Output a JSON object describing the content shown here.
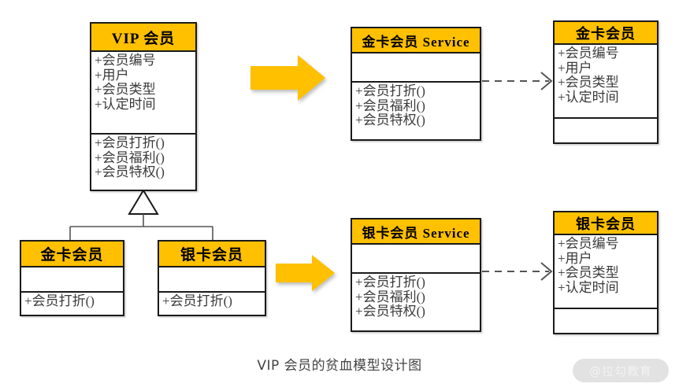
{
  "diagram": {
    "caption": "VIP 会员的贫血模型设计图",
    "watermark": "@拉勾教育",
    "colors": {
      "header_fill": "#FFC000",
      "box_border": "#1A1A1A",
      "arrow_fill": "#FFC000",
      "text": "#3A3A3A",
      "caption_text": "#434343",
      "connector": "#555555"
    },
    "classes": {
      "vip": {
        "name": "VIP 会员",
        "attributes": [
          "+会员编号",
          "+用户",
          "+会员类型",
          "+认定时间"
        ],
        "methods": [
          "+会员打折()",
          "+会员福利()",
          "+会员特权()"
        ]
      },
      "gold_sub": {
        "name": "金卡会员",
        "attributes": [],
        "methods": [
          "+会员打折()"
        ]
      },
      "silver_sub": {
        "name": "银卡会员",
        "attributes": [],
        "methods": [
          "+会员打折()"
        ]
      },
      "gold_service": {
        "name": "金卡会员 Service",
        "attributes": [],
        "methods": [
          "+会员打折()",
          "+会员福利()",
          "+会员特权()"
        ]
      },
      "silver_service": {
        "name": "银卡会员 Service",
        "attributes": [],
        "methods": [
          "+会员打折()",
          "+会员福利()",
          "+会员特权()"
        ]
      },
      "gold_entity": {
        "name": "金卡会员",
        "attributes": [
          "+会员编号",
          "+用户",
          "+会员类型",
          "+认定时间"
        ],
        "methods": []
      },
      "silver_entity": {
        "name": "银卡会员",
        "attributes": [
          "+会员编号",
          "+用户",
          "+会员类型",
          "+认定时间"
        ],
        "methods": []
      }
    },
    "relations": [
      {
        "kind": "generalization",
        "from": "金卡会员",
        "to": "VIP 会员"
      },
      {
        "kind": "generalization",
        "from": "银卡会员",
        "to": "VIP 会员"
      },
      {
        "kind": "dependency",
        "from": "金卡会员 Service",
        "to": "金卡会员"
      },
      {
        "kind": "dependency",
        "from": "银卡会员 Service",
        "to": "银卡会员"
      }
    ],
    "arrows": [
      {
        "name": "flow-arrow-top",
        "from": "VIP 会员",
        "to": "金卡会员 Service"
      },
      {
        "name": "flow-arrow-bottom",
        "from": "银卡会员",
        "to": "银卡会员 Service"
      }
    ]
  }
}
